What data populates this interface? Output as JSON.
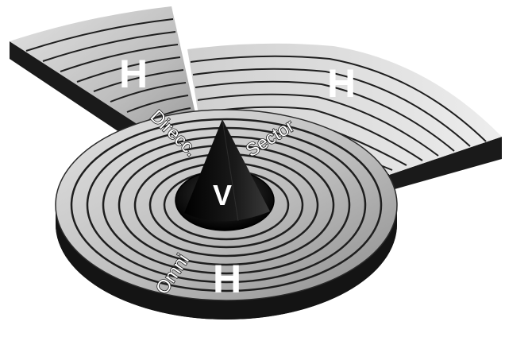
{
  "labels": {
    "h_direct": "H",
    "h_sector": "H",
    "h_omni": "H",
    "v": "V",
    "direct": "Direcc.",
    "sector": "Sector",
    "omni": "Omni"
  },
  "colors": {
    "surface_light": "#d6d6d6",
    "surface_mid": "#a8a8a8",
    "side_dark": "#1a1a1a",
    "ring_line": "#1e1e1e",
    "cone": "#0c0c0c",
    "label": "#ffffff"
  }
}
